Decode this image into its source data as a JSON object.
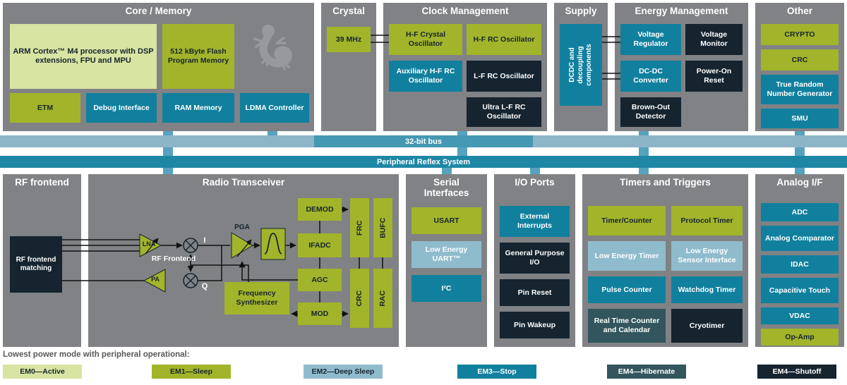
{
  "palette": {
    "section_gray": "#808285",
    "em0_active": "#d8e4a2",
    "em1_sleep": "#a2b42a",
    "em2_deep_sleep": "#8fbccd",
    "em3_stop": "#11809e",
    "em4_hibernate": "#33555e",
    "em4_shutoff": "#15242f",
    "bus_light": "#8cb6c8",
    "bus_label_strip": "#4498b2",
    "bus_dark": "#1d87a4",
    "connector": "#55a3bf"
  },
  "buses": {
    "bus1": "32-bit bus",
    "bus2": "Peripheral Reflex System"
  },
  "top": {
    "core": {
      "title": "Core / Memory",
      "arm": "ARM Cortex™ M4 processor with DSP extensions, FPU and MPU",
      "flash": "512 kByte Flash Program Memory",
      "etm": "ETM",
      "debug": "Debug Interface",
      "ram": "RAM Memory",
      "ldma": "LDMA Controller"
    },
    "crystal": {
      "title": "Crystal",
      "freq": "39 MHz"
    },
    "clock": {
      "title": "Clock Management",
      "hf_xo": "H-F Crystal Oscillator",
      "hf_rco": "H-F RC Oscillator",
      "aux_rco": "Auxiliary H-F RC Oscillator",
      "lf_rco": "L-F RC Oscillator",
      "ulf_rco": "Ultra L-F RC Oscillator"
    },
    "supply": {
      "title": "Supply",
      "dcdc": "DCDC and decoupling components"
    },
    "energy": {
      "title": "Energy Management",
      "vreg": "Voltage Regulator",
      "vmon": "Voltage Monitor",
      "dcdc_conv": "DC-DC Converter",
      "por": "Power-On Reset",
      "bod": "Brown-Out Detector"
    },
    "other": {
      "title": "Other",
      "crypto": "CRYPTO",
      "crc": "CRC",
      "trng": "True Random Number Generator",
      "smu": "SMU"
    }
  },
  "bottom": {
    "rf": {
      "title": "RF frontend",
      "matching": "RF frontend matching"
    },
    "radio": {
      "title": "Radio Transceiver",
      "demod": "DEMOD",
      "ifadc": "IFADC",
      "agc": "AGC",
      "mod": "MOD",
      "frc": "FRC",
      "bufc": "BUFC",
      "crc": "CRC",
      "rac": "RAC",
      "fsynth": "Frequency Synthesizer",
      "pga": "PGA",
      "lna": "LNA",
      "pa": "PA",
      "rf_frontend": "RF Frontend",
      "i": "I",
      "q": "Q"
    },
    "serial": {
      "title": "Serial Interfaces",
      "usart": "USART",
      "leuart": "Low Energy UART™",
      "i2c": "I²C"
    },
    "io": {
      "title": "I/O Ports",
      "ext": "External Interrupts",
      "gpio": "General Purpose I/O",
      "pin_reset": "Pin Reset",
      "pin_wakeup": "Pin Wakeup"
    },
    "timers": {
      "title": "Timers and Triggers",
      "tc": "Timer/Counter",
      "pt": "Protocol Timer",
      "letimer": "Low Energy Timer",
      "lesense": "Low Energy Sensor Interface",
      "pcnt": "Pulse Counter",
      "wdog": "Watchdog Timer",
      "rtcc": "Real Time Counter and Calendar",
      "cryo": "Cryotimer"
    },
    "analog": {
      "title": "Analog I/F",
      "adc": "ADC",
      "acmp": "Analog Comparator",
      "idac": "IDAC",
      "captouch": "Capacitive Touch",
      "vdac": "VDAC",
      "opamp": "Op-Amp"
    }
  },
  "legend": {
    "heading": "Lowest power mode with peripheral operational:",
    "items": [
      {
        "label": "EM0—Active",
        "color": "#d8e4a2",
        "text_color": "#17242e"
      },
      {
        "label": "EM1—Sleep",
        "color": "#a2b42a",
        "text_color": "#17242e"
      },
      {
        "label": "EM2—Deep Sleep",
        "color": "#8fbccd",
        "text_color": "#17242e"
      },
      {
        "label": "EM3—Stop",
        "color": "#11809e",
        "text_color": "#ffffff"
      },
      {
        "label": "EM4—Hibernate",
        "color": "#33555e",
        "text_color": "#ffffff"
      },
      {
        "label": "EM4—Shutoff",
        "color": "#15242f",
        "text_color": "#ffffff"
      }
    ]
  }
}
